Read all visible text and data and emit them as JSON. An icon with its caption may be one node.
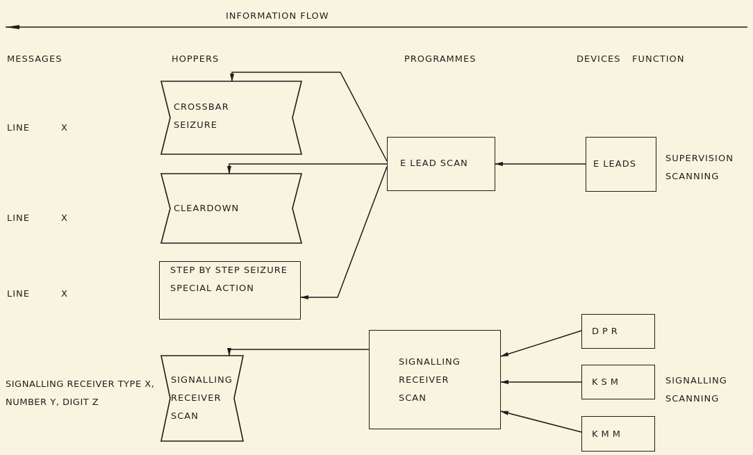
{
  "diagram": {
    "nodes": [
      {
        "text": [
          "CROSSBAR SEIZURE"
        ]
      },
      {
        "text": [
          "CLEARDOWN"
        ]
      },
      {
        "text": [
          "STEP BY STEP SEIZURE SPECIAL ACTION"
        ]
      },
      {
        "text": [
          "SIGNALLING RECEIVER SCAN"
        ]
      },
      {
        "text": [
          "E LEAD SCAN"
        ]
      },
      {
        "text": [
          "E LEADS"
        ]
      },
      {
        "text": [
          "SIGNALLING RECEIVER SCAN"
        ]
      },
      {
        "text": [
          "DPR"
        ]
      },
      {
        "text": [
          "KSM"
        ]
      },
      {
        "text": [
          "KMM"
        ]
      }
    ],
    "edges": [
      {
        "from": 4,
        "to": 0,
        "arrow": "to"
      },
      {
        "from": 4,
        "to": 1,
        "arrow": "to"
      },
      {
        "from": 4,
        "to": 2,
        "arrow": "to"
      },
      {
        "from": 5,
        "to": 4,
        "arrow": "to"
      },
      {
        "from": 6,
        "to": 3,
        "arrow": "to"
      },
      {
        "from": 7,
        "to": 6,
        "arrow": "to"
      },
      {
        "from": 8,
        "to": 6,
        "arrow": "to"
      },
      {
        "from": 9,
        "to": 6,
        "arrow": "to"
      }
    ],
    "labels": [
      "INFORMATION FLOW",
      "MESSAGES",
      "HOPPERS",
      "PROGRAMMES",
      "DEVICES",
      "FUNCTION",
      "LINE",
      "X",
      "SUPERVISION SCANNING",
      "LINE",
      "X",
      "LINE",
      "X",
      "SIGNALLING RECEIVER TYPE X, NUMBER Y, DIGIT Z",
      "SIGNALLING SCANNING"
    ]
  }
}
